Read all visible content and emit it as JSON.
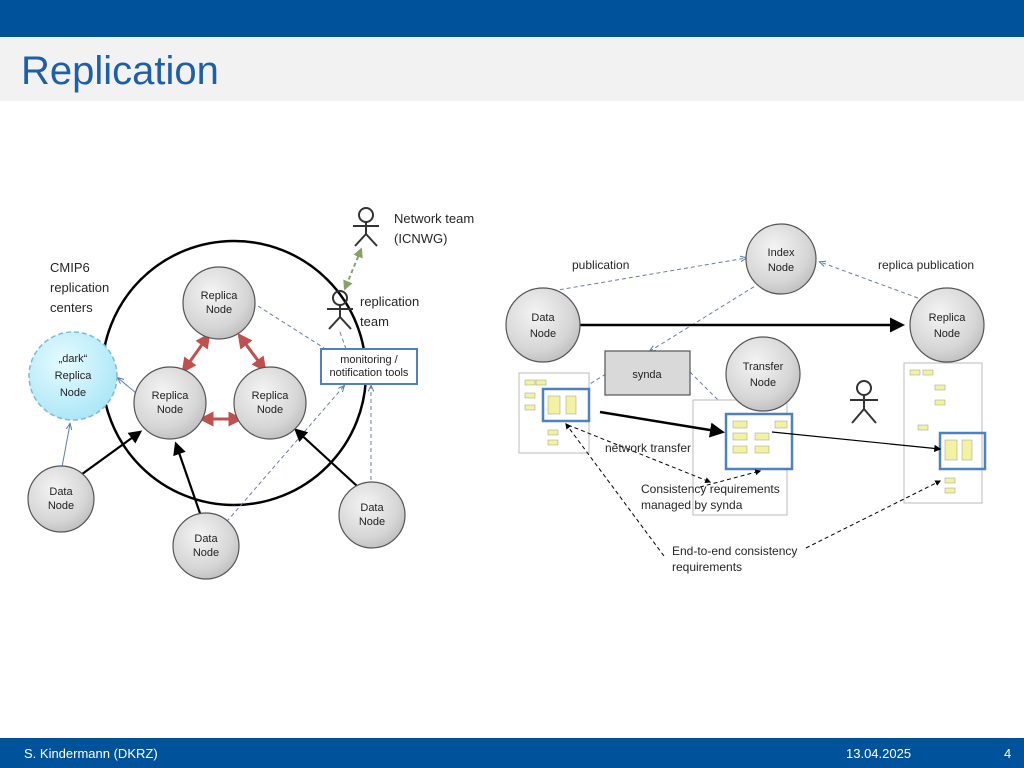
{
  "slide": {
    "title": "Replication"
  },
  "footer": {
    "author": "S. Kindermann (DKRZ)",
    "date": "13.04.2025",
    "page": "4"
  },
  "left": {
    "network_team": [
      "Network team",
      "(ICNWG)"
    ],
    "centers_label": [
      "CMIP6",
      "replication",
      "centers"
    ],
    "replication_team": [
      "replication",
      "team"
    ],
    "dark_node": [
      "„dark“",
      "Replica",
      "Node"
    ],
    "replica_top": [
      "Replica",
      "Node"
    ],
    "replica_left": [
      "Replica",
      "Node"
    ],
    "replica_right": [
      "Replica",
      "Node"
    ],
    "monitoring": [
      "monitoring /",
      "notification tools"
    ],
    "data_left": [
      "Data",
      "Node"
    ],
    "data_bottom": [
      "Data",
      "Node"
    ],
    "data_right": [
      "Data",
      "Node"
    ]
  },
  "right": {
    "index_node": [
      "Index",
      "Node"
    ],
    "publication": "publication",
    "replica_publication": "replica publication",
    "data_node": [
      "Data",
      "Node"
    ],
    "replica_node": [
      "Replica",
      "Node"
    ],
    "synda": "synda",
    "transfer_node": [
      "Transfer",
      "Node"
    ],
    "network_transfer": "network transfer",
    "consistency": [
      "Consistency requirements",
      "managed by synda"
    ],
    "end_to_end": [
      "End-to-end consistency",
      "requirements"
    ]
  },
  "colors": {
    "brand_blue": "#00539b",
    "title_blue": "#1f5fa6",
    "red_arrow": "#c0504d",
    "box_blue": "#4f81bd"
  }
}
